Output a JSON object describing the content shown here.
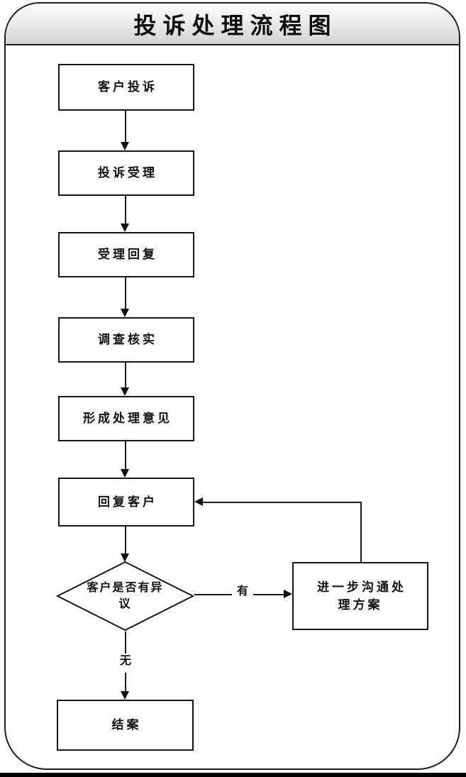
{
  "title": "投诉处理流程图",
  "flowchart": {
    "nodes": {
      "customer_complaint": "客户投诉",
      "complaint_acceptance": "投诉受理",
      "acceptance_reply": "受理回复",
      "investigation": "调查核实",
      "form_opinion": "形成处理意见",
      "reply_customer": "回复客户",
      "decision_objection": "客户是否有异议",
      "further_communication": "进一步沟通处理方案",
      "close_case": "结案"
    },
    "edge_labels": {
      "yes": "有",
      "no": "无"
    },
    "line_color": "#1a1a1a",
    "box_fill": "#ffffff",
    "title_band_gradient_top": "#fcfcfc",
    "title_band_gradient_bottom": "#d2d2d2"
  }
}
